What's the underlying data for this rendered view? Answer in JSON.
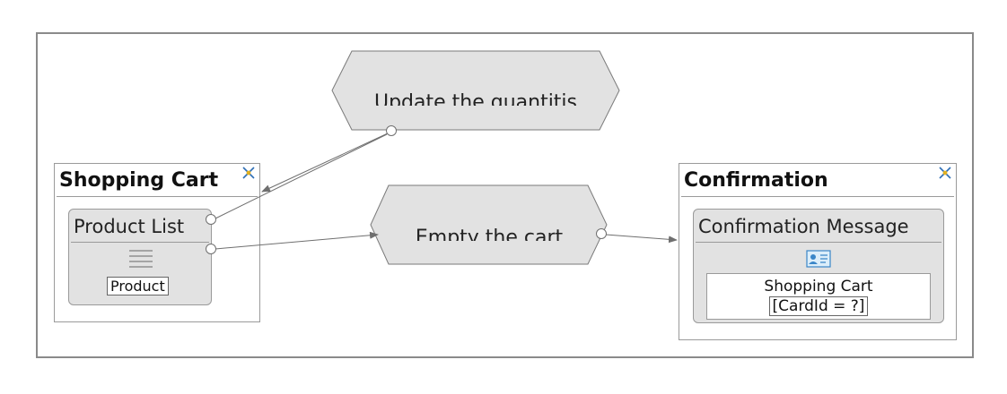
{
  "views": {
    "shopping_cart": {
      "title": "Shopping Cart",
      "product_list": {
        "title": "Product List",
        "item_label": "Product"
      }
    },
    "confirmation": {
      "title": "Confirmation",
      "confirmation_message": {
        "title": "Confirmation Message",
        "field_line1": "Shopping Cart",
        "field_line2": "[CardId = ?]"
      }
    }
  },
  "actions": {
    "update": "Update the quantitis",
    "empty": "Empty the cart"
  },
  "colors": {
    "stroke": "#7a7a7a",
    "fill": "#e2e2e2",
    "arrow": "#6f6f6f"
  },
  "icons": [
    "move-icon",
    "list-icon",
    "contact-card-icon"
  ]
}
